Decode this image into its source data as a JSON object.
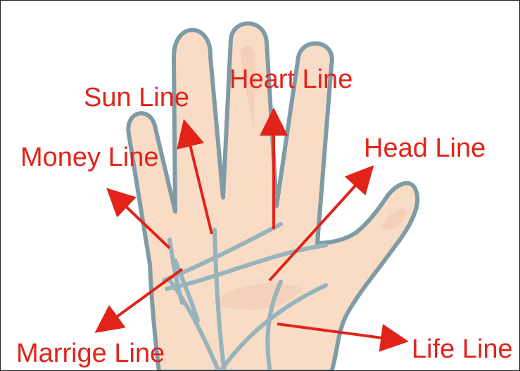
{
  "colors": {
    "skin": "#f8dcc6",
    "skin_shadow": "#efc4ad",
    "outline": "#7e9ba6",
    "palm_lines": "#97b3bc",
    "arrow": "#e2231a",
    "label": "#e2231a"
  },
  "labels": {
    "heart_line": "Heart Line",
    "sun_line": "Sun Line",
    "money_line": "Money Line",
    "head_line": "Head Line",
    "marrige_line": "Marrige Line",
    "life_line": "Life Line"
  }
}
